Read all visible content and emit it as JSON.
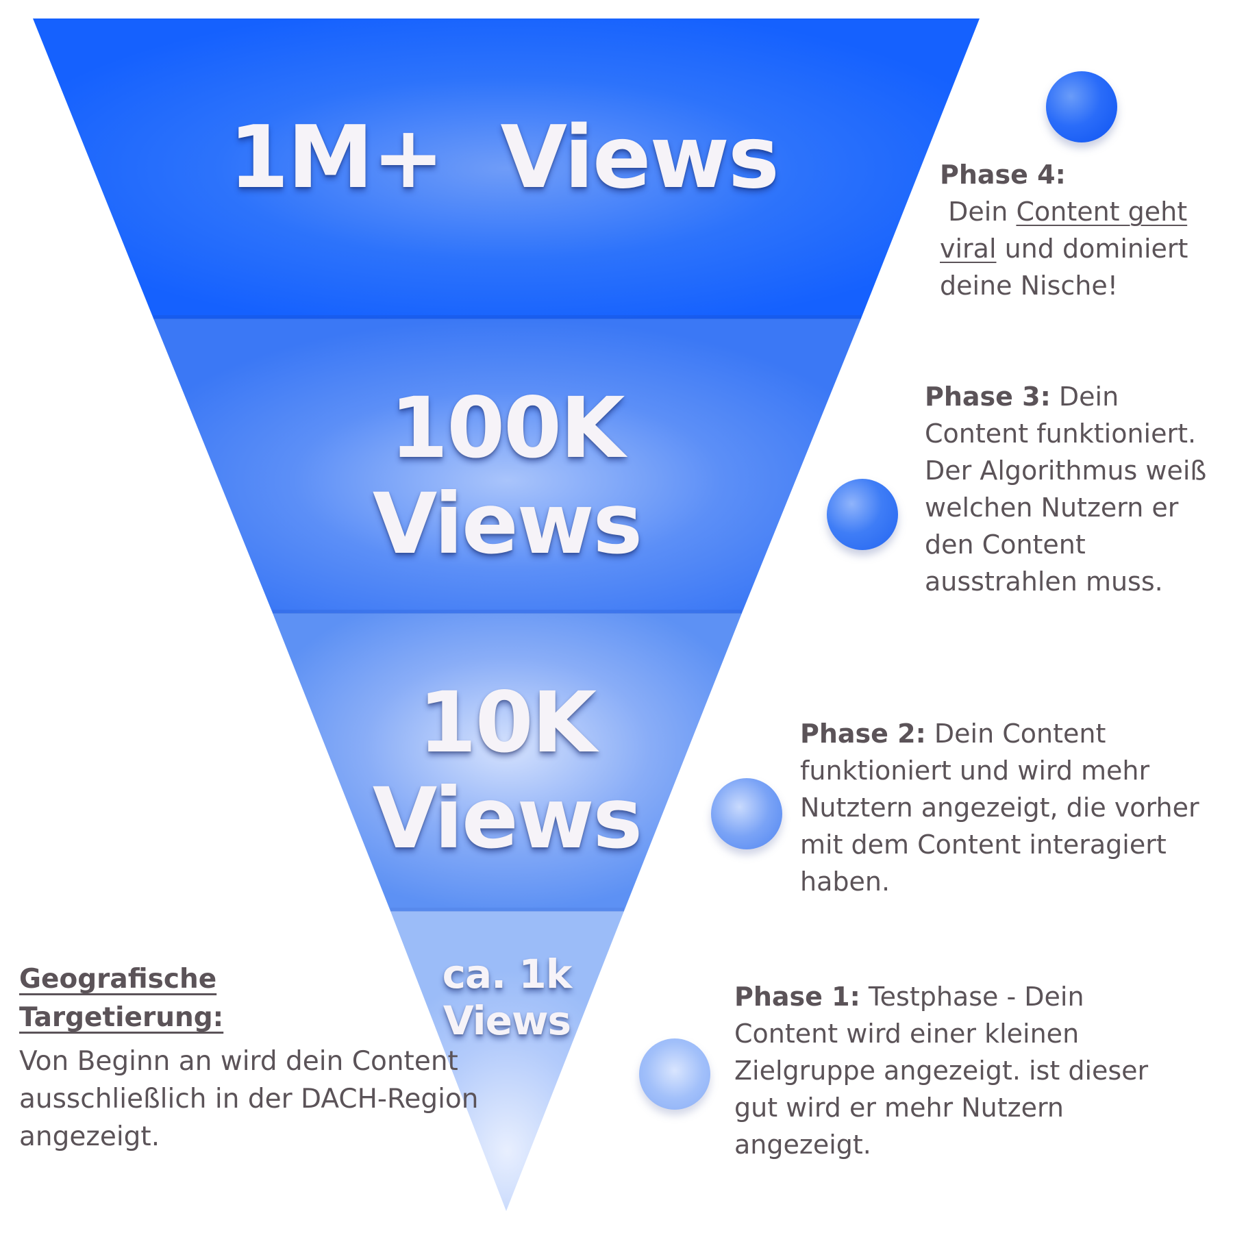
{
  "funnel": {
    "tiers": [
      {
        "line1": "1M+  Views",
        "line2": ""
      },
      {
        "line1": "100K",
        "line2": "Views"
      },
      {
        "line1": "10K",
        "line2": "Views"
      },
      {
        "line1": "ca. 1k",
        "line2": "Views"
      }
    ],
    "colors": {
      "tier4_top": "#1763ff",
      "tier3": "#3f7cf6",
      "tier2": "#6f9ef5",
      "tier1": "#a6c2fa"
    }
  },
  "phases": {
    "phase4": {
      "label": "Phase 4:",
      "text_before": " Dein ",
      "underlined": "Content geht viral",
      "text_after": " und dominiert deine Nische!"
    },
    "phase3": {
      "label": "Phase 3:",
      "text": " Dein Content funktioniert. Der Algorithmus weiß welchen Nutzern er den Content ausstrahlen muss."
    },
    "phase2": {
      "label": "Phase 2:",
      "text": " Dein Content funktioniert und wird mehr Nutztern angezeigt, die vorher mit dem Content interagiert haben."
    },
    "phase1": {
      "label": "Phase 1:",
      "text": " Testphase - Dein Content wird einer kleinen Zielgruppe angezeigt. ist dieser gut wird er mehr Nutzern angezeigt."
    }
  },
  "geo": {
    "title": "Geografische Targetierung: ",
    "body": "Von Beginn an wird dein Content ausschließlich in der DACH-Region angezeigt."
  }
}
